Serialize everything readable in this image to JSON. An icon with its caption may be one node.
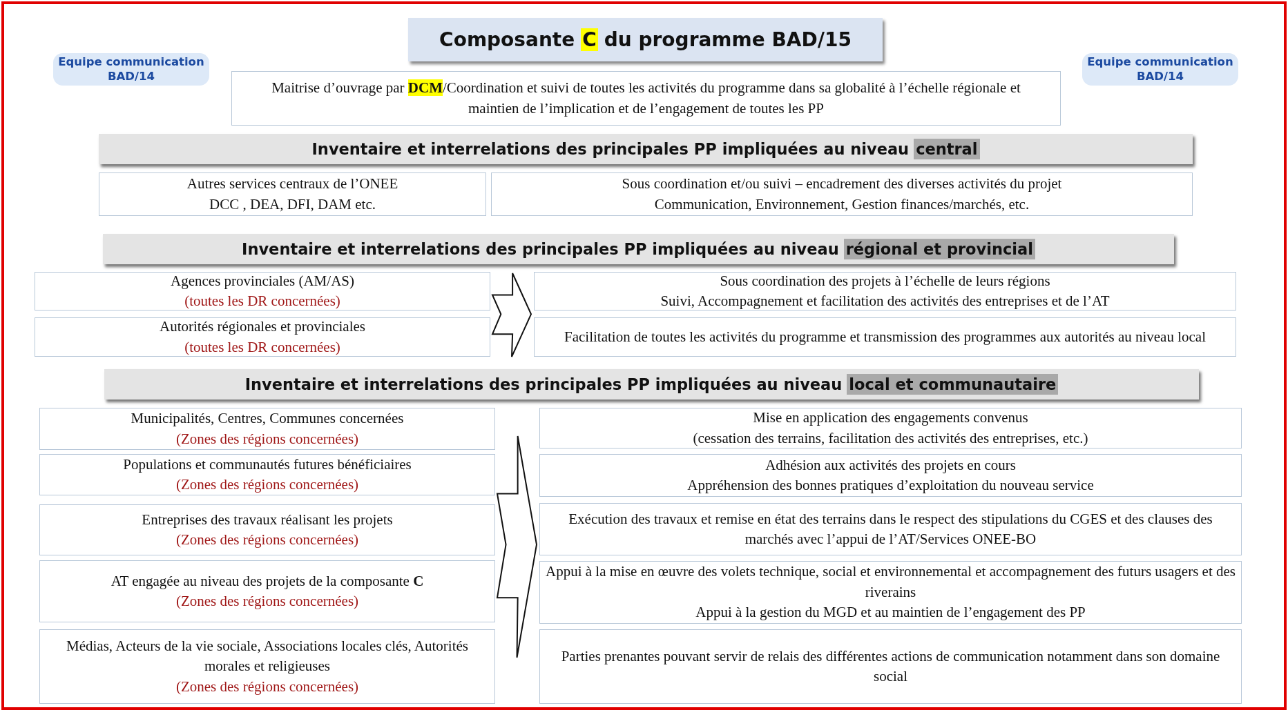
{
  "diagram": {
    "nodes": [
      {
        "text": [
          "Composante",
          "C",
          "du programme BAD/15"
        ]
      },
      {
        "text": [
          "Maitrise d’ouvrage par **DCM**/Coordination  et suivi de toutes les activités du programme dans sa globalité à l’échelle régionale et maintien de l’implication et de l’engagement de toutes les PP"
        ]
      },
      {
        "text": [
          "Inventaire et interrelations des principales PP impliquées au niveau",
          "central"
        ]
      },
      {
        "text": [
          "Autres services centraux de l’ONEE",
          "DCC , DEA, DFI, DAM etc."
        ]
      },
      {
        "text": [
          "Sous coordination et/ou  suivi – encadrement des diverses activités du projet",
          "Communication, Environnement, Gestion finances/marchés, etc."
        ]
      },
      {
        "text": [
          "Inventaire et interrelations des principales PP impliquées au niveau",
          "régional et provincial"
        ]
      },
      {
        "text": [
          "Agences provinciales (AM/AS)",
          "(toutes les DR concernées)"
        ]
      },
      {
        "text": [
          "Autorités régionales et provinciales",
          "(toutes les DR concernées)"
        ]
      },
      {
        "text": [
          "Sous coordination des projets à l’échelle de leurs régions",
          "Suivi, Accompagnement et facilitation des activités des entreprises et  de l’AT"
        ]
      },
      {
        "text": [
          "Facilitation de toutes les activités du programme et  transmission des programmes aux autorités au niveau local"
        ]
      },
      {
        "text": [
          "Inventaire et interrelations des principales PP impliquées au niveau",
          "local et communautaire"
        ]
      },
      {
        "text": [
          "Municipalités, Centres, Communes concernées",
          "(Zones des régions concernées)"
        ]
      },
      {
        "text": [
          "Populations et communautés futures bénéficiaires",
          "(Zones des régions concernées)"
        ]
      },
      {
        "text": [
          "Entreprises des travaux réalisant les projets",
          "(Zones des régions concernées)"
        ]
      },
      {
        "text": [
          "AT engagée au niveau des projets de la composante **C**",
          "(Zones des régions concernées)"
        ]
      },
      {
        "text": [
          "Médias, Acteurs de la vie sociale,  Associations locales clés, Autorités morales et religieuses",
          "(Zones des régions concernées)"
        ]
      },
      {
        "text": [
          "Mise en application des engagements convenus",
          "(cessation des terrains, facilitation des activités des entreprises, etc.)"
        ]
      },
      {
        "text": [
          "Adhésion aux activités des projets en cours",
          "Appréhension des bonnes pratiques d’exploitation du nouveau service"
        ]
      },
      {
        "text": [
          "Exécution des travaux et remise en état des terrains dans le respect des stipulations du CGES et des clauses des marchés avec l’appui de l’AT/Services ONEE-BO"
        ]
      },
      {
        "text": [
          "Appui à la mise en œuvre des volets technique, social et environnemental et accompagnement des futurs usagers et des riverains",
          "Appui à la gestion du MGD et au maintien de l’engagement des PP"
        ]
      },
      {
        "text": [
          "Parties prenantes pouvant servir de relais des différentes actions de communication notamment dans son domaine social"
        ]
      }
    ],
    "edges": [
      {
        "from": 6,
        "to": 8,
        "arrow": "to"
      },
      {
        "from": 7,
        "to": 9,
        "arrow": "to"
      },
      {
        "from": 11,
        "to": 16,
        "arrow": "to"
      },
      {
        "from": 12,
        "to": 17,
        "arrow": "to"
      },
      {
        "from": 13,
        "to": 18,
        "arrow": "to"
      },
      {
        "from": 14,
        "to": 19,
        "arrow": "to"
      },
      {
        "from": 15,
        "to": 20,
        "arrow": "to"
      }
    ],
    "labels": [
      "Equipe communication BAD/14",
      "Equipe communication BAD/14"
    ]
  }
}
